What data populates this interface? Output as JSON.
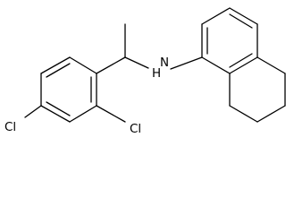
{
  "molecule": {
    "atom_labels": {
      "chlorine_left": "Cl",
      "chlorine_ortho": "Cl",
      "amine": "N",
      "amine_hydrogen": "H"
    }
  }
}
